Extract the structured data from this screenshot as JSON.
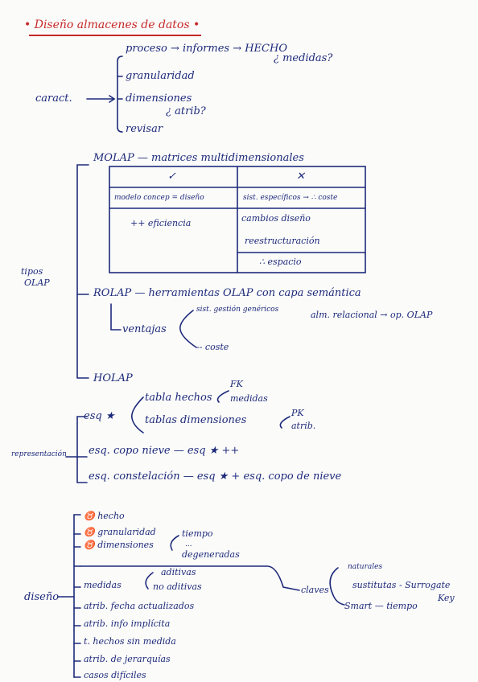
{
  "title": "Diseño almacenes de datos",
  "caract": {
    "label": "caract.",
    "items": [
      "proceso → informes → HECHO",
      "¿ medidas?",
      "granularidad",
      "dimensiones",
      "¿ atrib?",
      "revisar"
    ]
  },
  "tipos": {
    "label_1": "tipos",
    "label_2": "OLAP",
    "molap_title": "MOLAP — matrices multidimensionales",
    "table": {
      "col_pro": "✓",
      "col_con": "✕",
      "pro_1": "modelo concep = diseño",
      "pro_2": "++ eficiencia",
      "con_1": "sist. específicos → ∴ coste",
      "con_2": "cambios diseño",
      "con_3": "reestructuración",
      "con_4": "∴ espacio"
    },
    "rolap_title": "ROLAP — herramientas OLAP con capa semántica",
    "rolap_right": "alm. relacional → op. OLAP",
    "ventajas": "ventajas",
    "ventajas_items": [
      "sist. gestión genéricos",
      "-- coste"
    ],
    "holap": "HOLAP"
  },
  "representacion": {
    "label": "representación",
    "esq_estrella": "esq ★",
    "tabla_hechos": "tabla hechos",
    "fk": "FK",
    "medidas": "medidas",
    "tablas_dimensiones": "tablas dimensiones",
    "pk": "PK",
    "atrib": "atrib.",
    "copo_nieve": "esq. copo nieve — esq ★ ++",
    "constelacion": "esq. constelación — esq ★ + esq. copo de nieve"
  },
  "diseno": {
    "label": "diseño",
    "items": [
      "♉ hecho",
      "♉ granularidad",
      "♉ dimensiones",
      "medidas",
      "atrib. fecha actualizados",
      "atrib. info implícita",
      "t. hechos sin medida",
      "atrib. de jerarquías",
      "casos difíciles"
    ],
    "dim_sub": [
      "tiempo",
      "...",
      "degeneradas"
    ],
    "medidas_sub": [
      "aditivas",
      "no aditivas"
    ],
    "claves": "claves",
    "claves_sub": [
      "naturales",
      "sustitutas - Surrogate",
      "Key",
      "Smart — tiempo"
    ]
  }
}
